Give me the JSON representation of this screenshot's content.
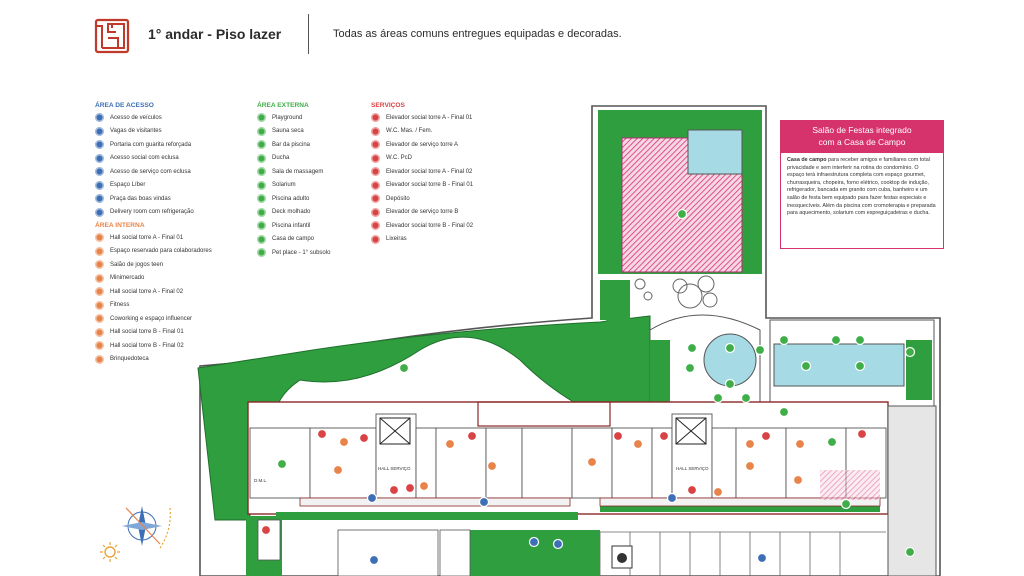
{
  "header": {
    "logo_icon": "floor-plan-icon",
    "title": "1° andar - Piso lazer",
    "subtitle": "Todas as áreas comuns entregues equipadas e decoradas."
  },
  "colors": {
    "brand_red": "#c0392b",
    "blue": "#3d6fb6",
    "orange": "#e8834a",
    "green": "#3fae49",
    "red": "#d94343",
    "pink": "#d6336c",
    "lawn": "#2f9e3f"
  },
  "legend": {
    "acesso": {
      "title": "ÁREA DE ACESSO",
      "color": "#3d6fb6",
      "items": [
        "Acesso de veículos",
        "Vagas de visitantes",
        "Portaria com guarita reforçada",
        "Acesso social com eclusa",
        "Acesso de serviço com eclusa",
        "Espaço Líber",
        "Praça das boas vindas",
        "Delivery room com refrigeração"
      ]
    },
    "interna": {
      "title": "ÁREA INTERNA",
      "color": "#e8834a",
      "items": [
        "Hall social torre A - Final 01",
        "Espaço reservado para colaboradores",
        "Salão de jogos teen",
        "Minimercado",
        "Hall social torre A - Final 02",
        "Fitness",
        "Coworking e espaço influencer",
        "Hall social torre B - Final 01",
        "Hall social torre B - Final 02",
        "Brinquedoteca"
      ]
    },
    "externa": {
      "title": "ÁREA EXTERNA",
      "color": "#3fae49",
      "items": [
        "Playground",
        "Sauna seca",
        "Bar da piscina",
        "Ducha",
        "Sala de massagem",
        "Solarium",
        "Piscina adulto",
        "Deck molhado",
        "Piscina infantil",
        "Casa de campo",
        "Pet place - 1° subsolo"
      ]
    },
    "servicos": {
      "title": "SERVIÇOS",
      "color": "#d94343",
      "items": [
        "Elevador social torre A - Final 01",
        "W.C. Mas. / Fem.",
        "Elevador de serviço torre A",
        "W.C. PcD",
        "Elevador social torre A - Final 02",
        "Elevador social torre B - Final 01",
        "Depósito",
        "Elevador de serviço torre B",
        "Elevador social torre B - Final 02",
        "Lixeiras"
      ]
    }
  },
  "info_box": {
    "title_line1": "Salão de Festas integrado",
    "title_line2": "com a Casa de Campo",
    "lead": "Casa de campo",
    "body": " para receber amigos e familiares com total privacidade e sem interferir na rotina do condomínio. O espaço terá infraestrutura completa com espaço gourmet, churrasqueira, chopeira, forno elétrico, cooktop de indução, refrigerador, bancada em granito com cuba, banheiro e um salão de festa bem equipado para fazer festas especiais e inesquecíveis. Além da piscina com cromoterapia e preparada para aquecimento, solarium com espreguiçadeiras e ducha."
  },
  "plan_labels": {
    "hall_servico": "HALL SERVIÇO",
    "dml": "D.M.L."
  },
  "compass_icon": "compass-rose-icon",
  "sun_icon": "sun-icon"
}
